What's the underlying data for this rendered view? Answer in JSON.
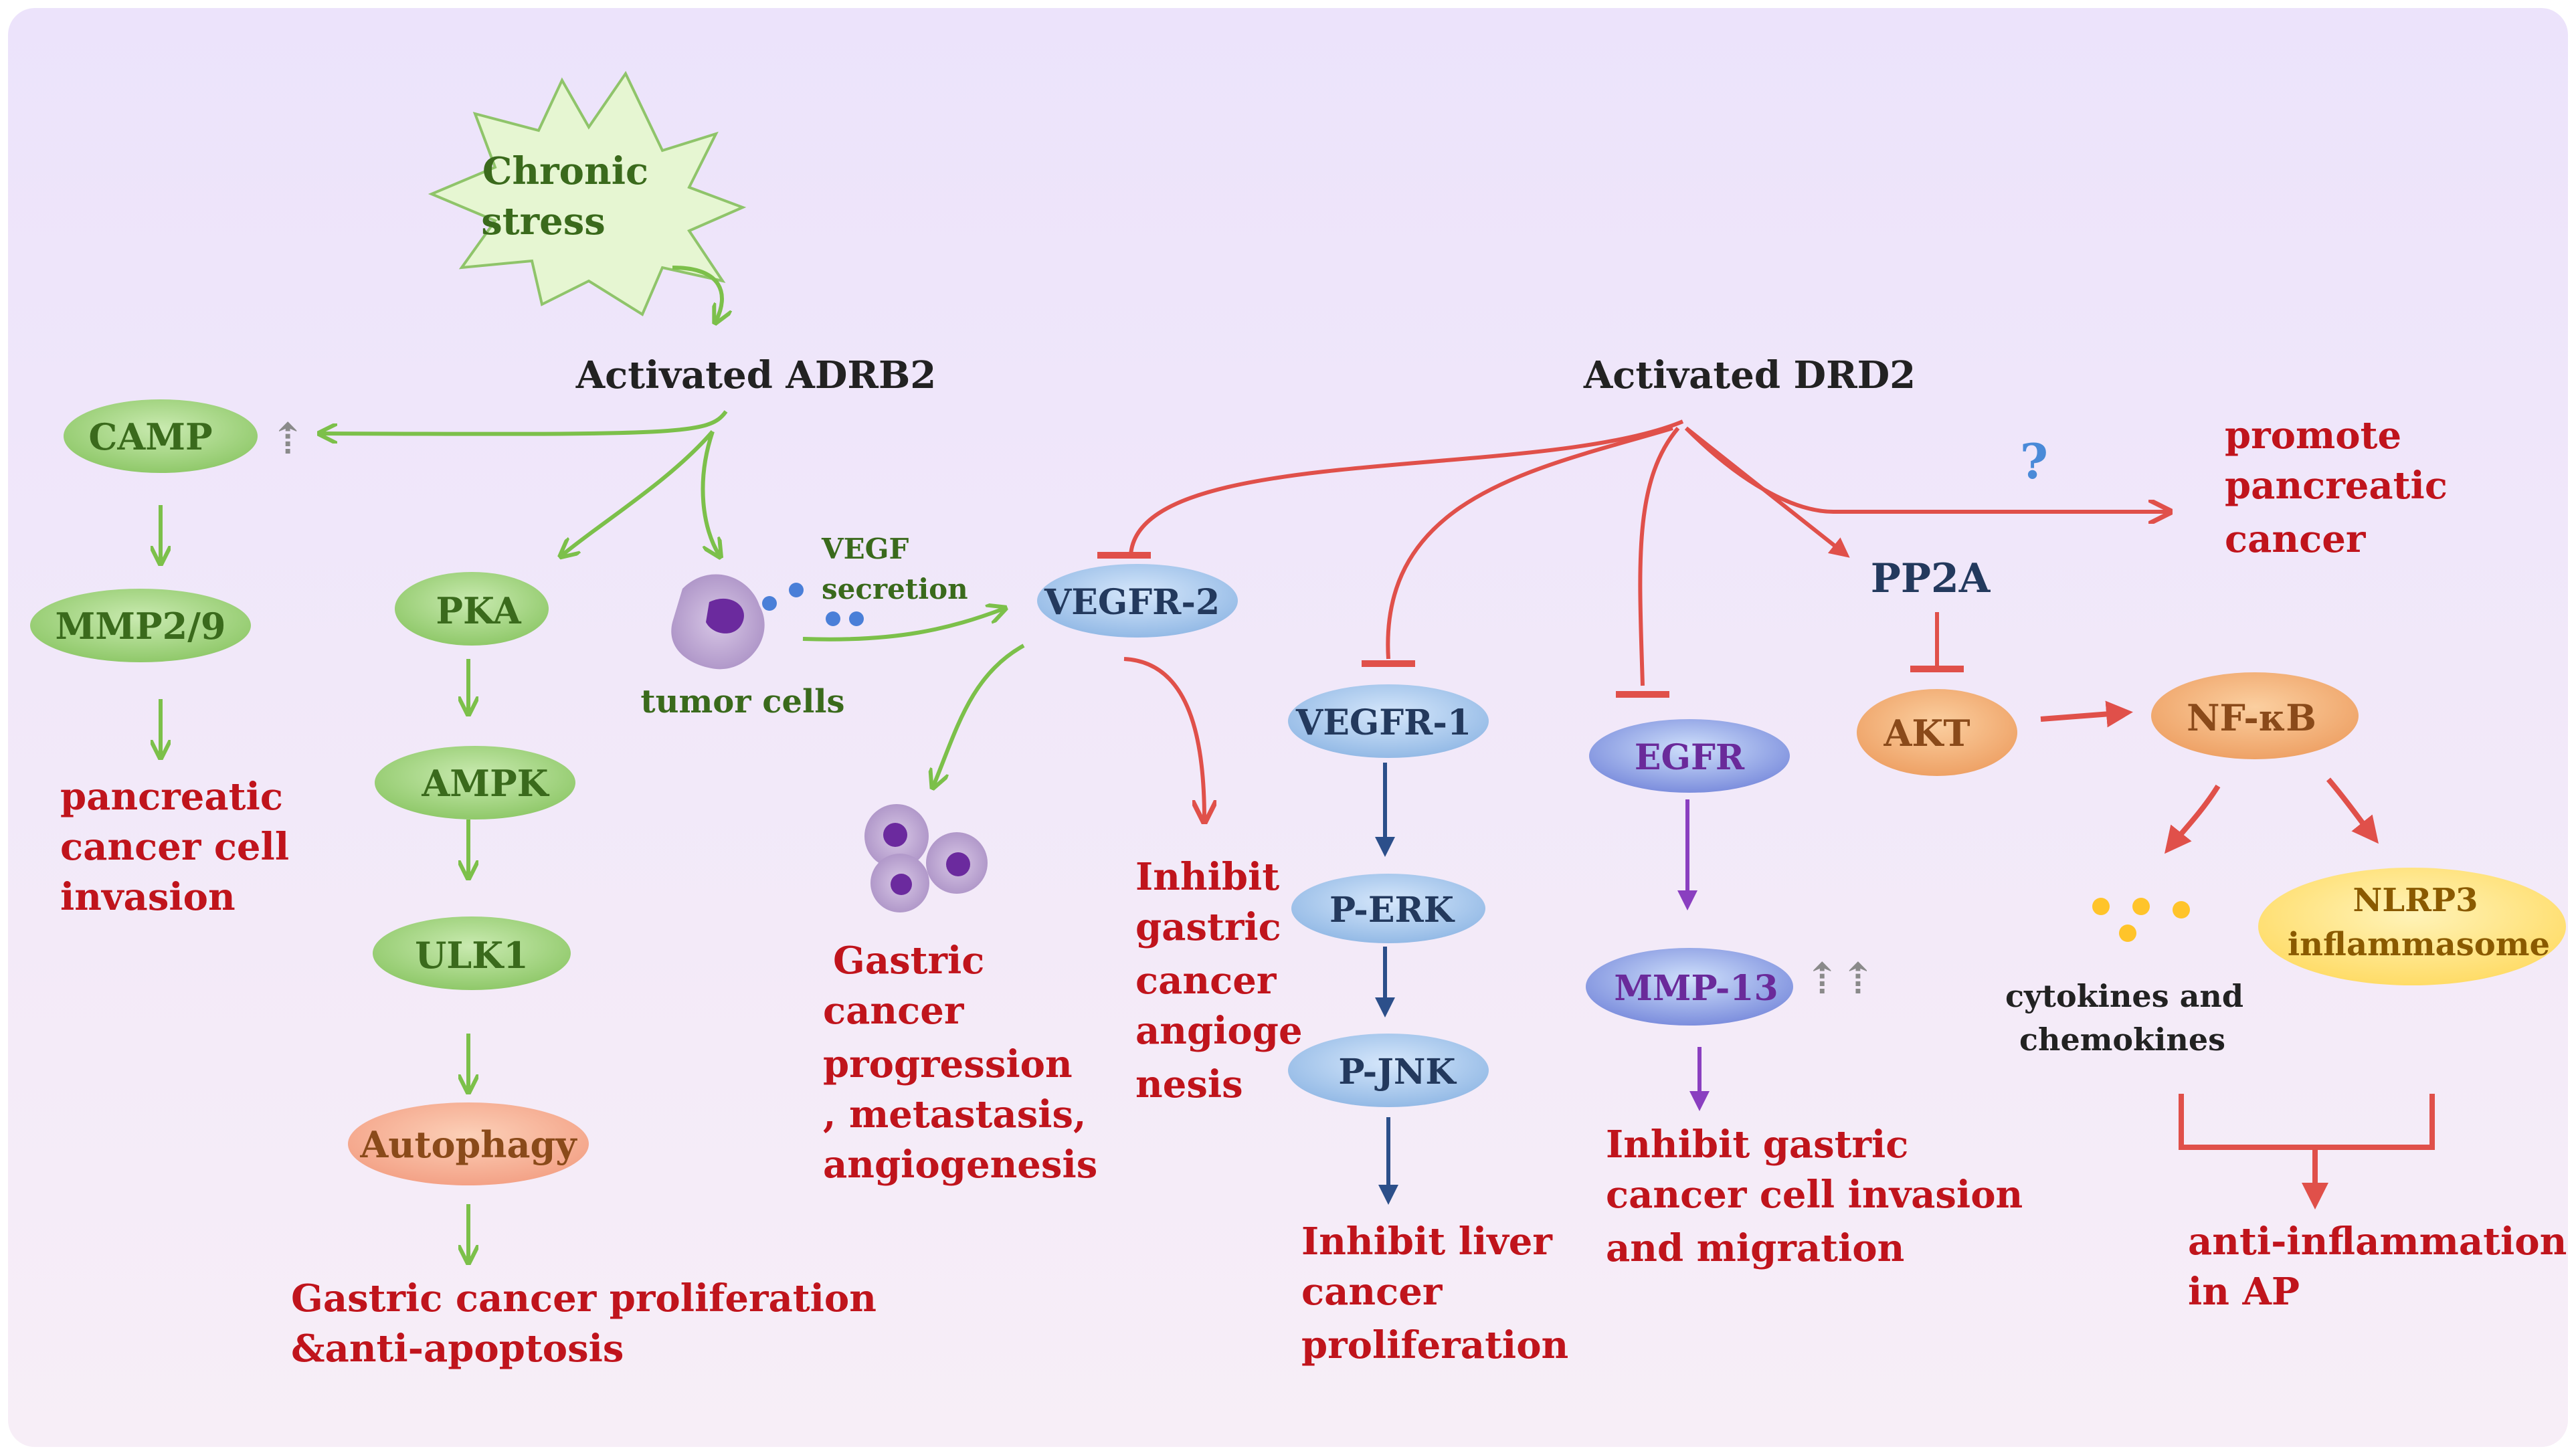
{
  "stressor": {
    "line1": "Chronic",
    "line2": "stress"
  },
  "receptors": {
    "adrb2": "Activated ADRB2",
    "drd2": "Activated DRD2"
  },
  "nodes": {
    "camp": "CAMP",
    "mmp29": "MMP2/9",
    "pka": "PKA",
    "ampk": "AMPK",
    "ulk1": "ULK1",
    "autophagy": "Autophagy",
    "vegfr2": "VEGFR-2",
    "vegfr1": "VEGFR-1",
    "perk": "P-ERK",
    "pjnk": "P-JNK",
    "egfr": "EGFR",
    "mmp13": "MMP-13",
    "pp2a": "PP2A",
    "akt": "AKT",
    "nfkb": "NF-κB",
    "nlrp3": {
      "line1": "NLRP3",
      "line2": "inflammasome"
    }
  },
  "labels": {
    "vegf_secretion": {
      "line1": "VEGF",
      "line2": "secretion"
    },
    "tumor_cells": "tumor cells",
    "question_mark": "?",
    "cytokines": {
      "line1": "cytokines and",
      "line2": "chemokines"
    },
    "up_arrows_single": "⇡",
    "up_arrows_double": "⇡⇡"
  },
  "outcomes": {
    "pancreatic_invasion": [
      "pancreatic",
      " cancer cell",
      "invasion"
    ],
    "gastric_proliferation": [
      "Gastric  cancer proliferation",
      "&anti-apoptosis"
    ],
    "gastric_progression": [
      "Gastric",
      "cancer",
      "progression",
      ", metastasis,",
      "angiogenesis"
    ],
    "inhibit_angiogenesis": [
      "Inhibit",
      "gastric",
      "cancer",
      "angioge",
      "nesis"
    ],
    "inhibit_liver": [
      "Inhibit  liver",
      "cancer",
      "proliferation"
    ],
    "inhibit_invasion": [
      "Inhibit  gastric",
      "cancer cell  invasion",
      "and migration"
    ],
    "promote_pancreatic": [
      "promote",
      "pancreatic",
      "cancer"
    ],
    "anti_inflammation": [
      "anti-inflammation",
      "in AP"
    ]
  },
  "colors": {
    "adrb2_arrow": "#7cc04a",
    "drd2_line": "#e0504a",
    "outcome_text": "#c0141c",
    "green_node": "#9fd07a",
    "blue_node": "#9cc0e8",
    "purple_node": "#7f6ed6",
    "orange_node": "#f2a96a",
    "yellow_node": "#ffe27a",
    "background_top": "#efe6fb",
    "background_bottom": "#f6eef8"
  }
}
